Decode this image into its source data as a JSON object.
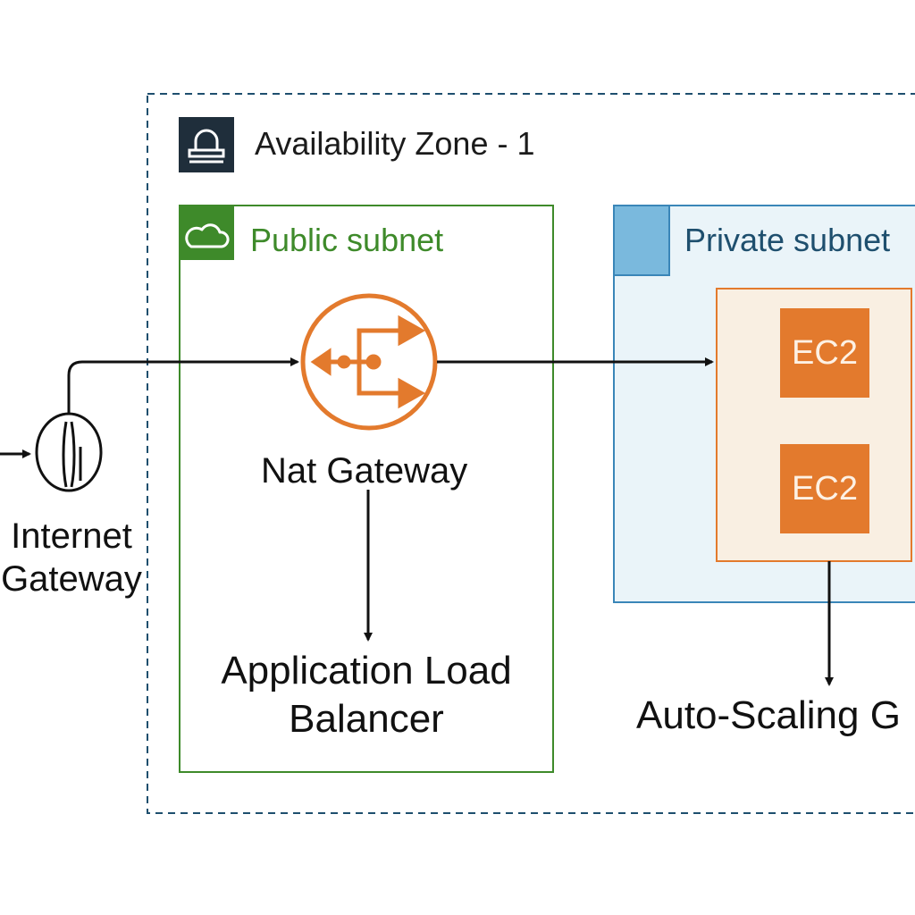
{
  "availability_zone": {
    "label": "Availability Zone - 1",
    "icon": "zone-icon"
  },
  "public_subnet": {
    "label": "Public subnet",
    "icon": "cloud-icon",
    "color": "#3e8a2a"
  },
  "private_subnet": {
    "label": "Private subnet",
    "color": "#1e4f6e"
  },
  "internet_gateway": {
    "label": "Internet Gateway",
    "line1": "Internet",
    "line2": "Gateway"
  },
  "nat_gateway": {
    "label": "Nat Gateway",
    "color": "#e37a2d"
  },
  "load_balancer": {
    "line1": "Application Load",
    "line2": "Balancer"
  },
  "auto_scaling": {
    "label": "Auto-Scaling G"
  },
  "instances": [
    {
      "label": "EC2"
    },
    {
      "label": "EC2"
    }
  ]
}
